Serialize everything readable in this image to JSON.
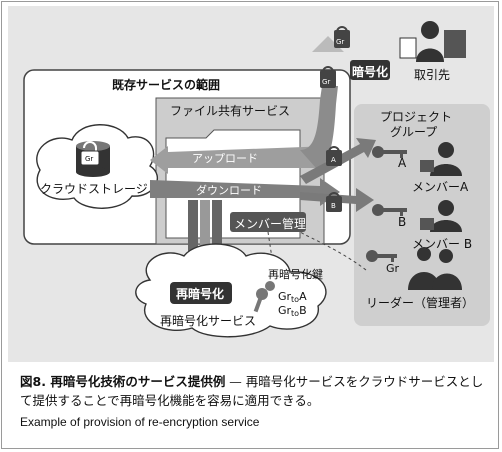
{
  "diagram": {
    "existing_service_label": "既存サービスの範囲",
    "file_sharing_label": "ファイル共有サービス",
    "upload_label": "アップロード",
    "download_label": "ダウンロード",
    "cloud_storage_label": "クラウドストレージ",
    "member_management_label": "メンバー管理",
    "encrypt_label": "暗号化",
    "business_partner_label": "取引先",
    "project_group_label_line1": "プロジェクト",
    "project_group_label_line2": "グループ",
    "member_a_label": "メンバーA",
    "member_b_label": "メンバー B",
    "leader_label": "リーダー（管理者）",
    "key_a_label": "A",
    "key_b_label": "B",
    "key_gr_label": "Gr",
    "reencrypt_badge_label": "再暗号化",
    "reencrypt_service_label": "再暗号化サービス",
    "reencrypt_key_label": "再暗号化鍵",
    "rk_a": {
      "from": "Gr",
      "sub": "to",
      "to": "A"
    },
    "rk_b": {
      "from": "Gr",
      "sub": "to",
      "to": "B"
    },
    "lock_gr_text": "Gr",
    "lock_a_text": "A",
    "lock_b_text": "B"
  },
  "caption": {
    "figure_number": "図8.",
    "figure_title": "再暗号化技術のサービス提供例",
    "description": " — 再暗号化サービスをクラウドサービスとして提供することで再暗号化機能を容易に適用できる。",
    "english": "Example of provision of re-encryption service"
  }
}
